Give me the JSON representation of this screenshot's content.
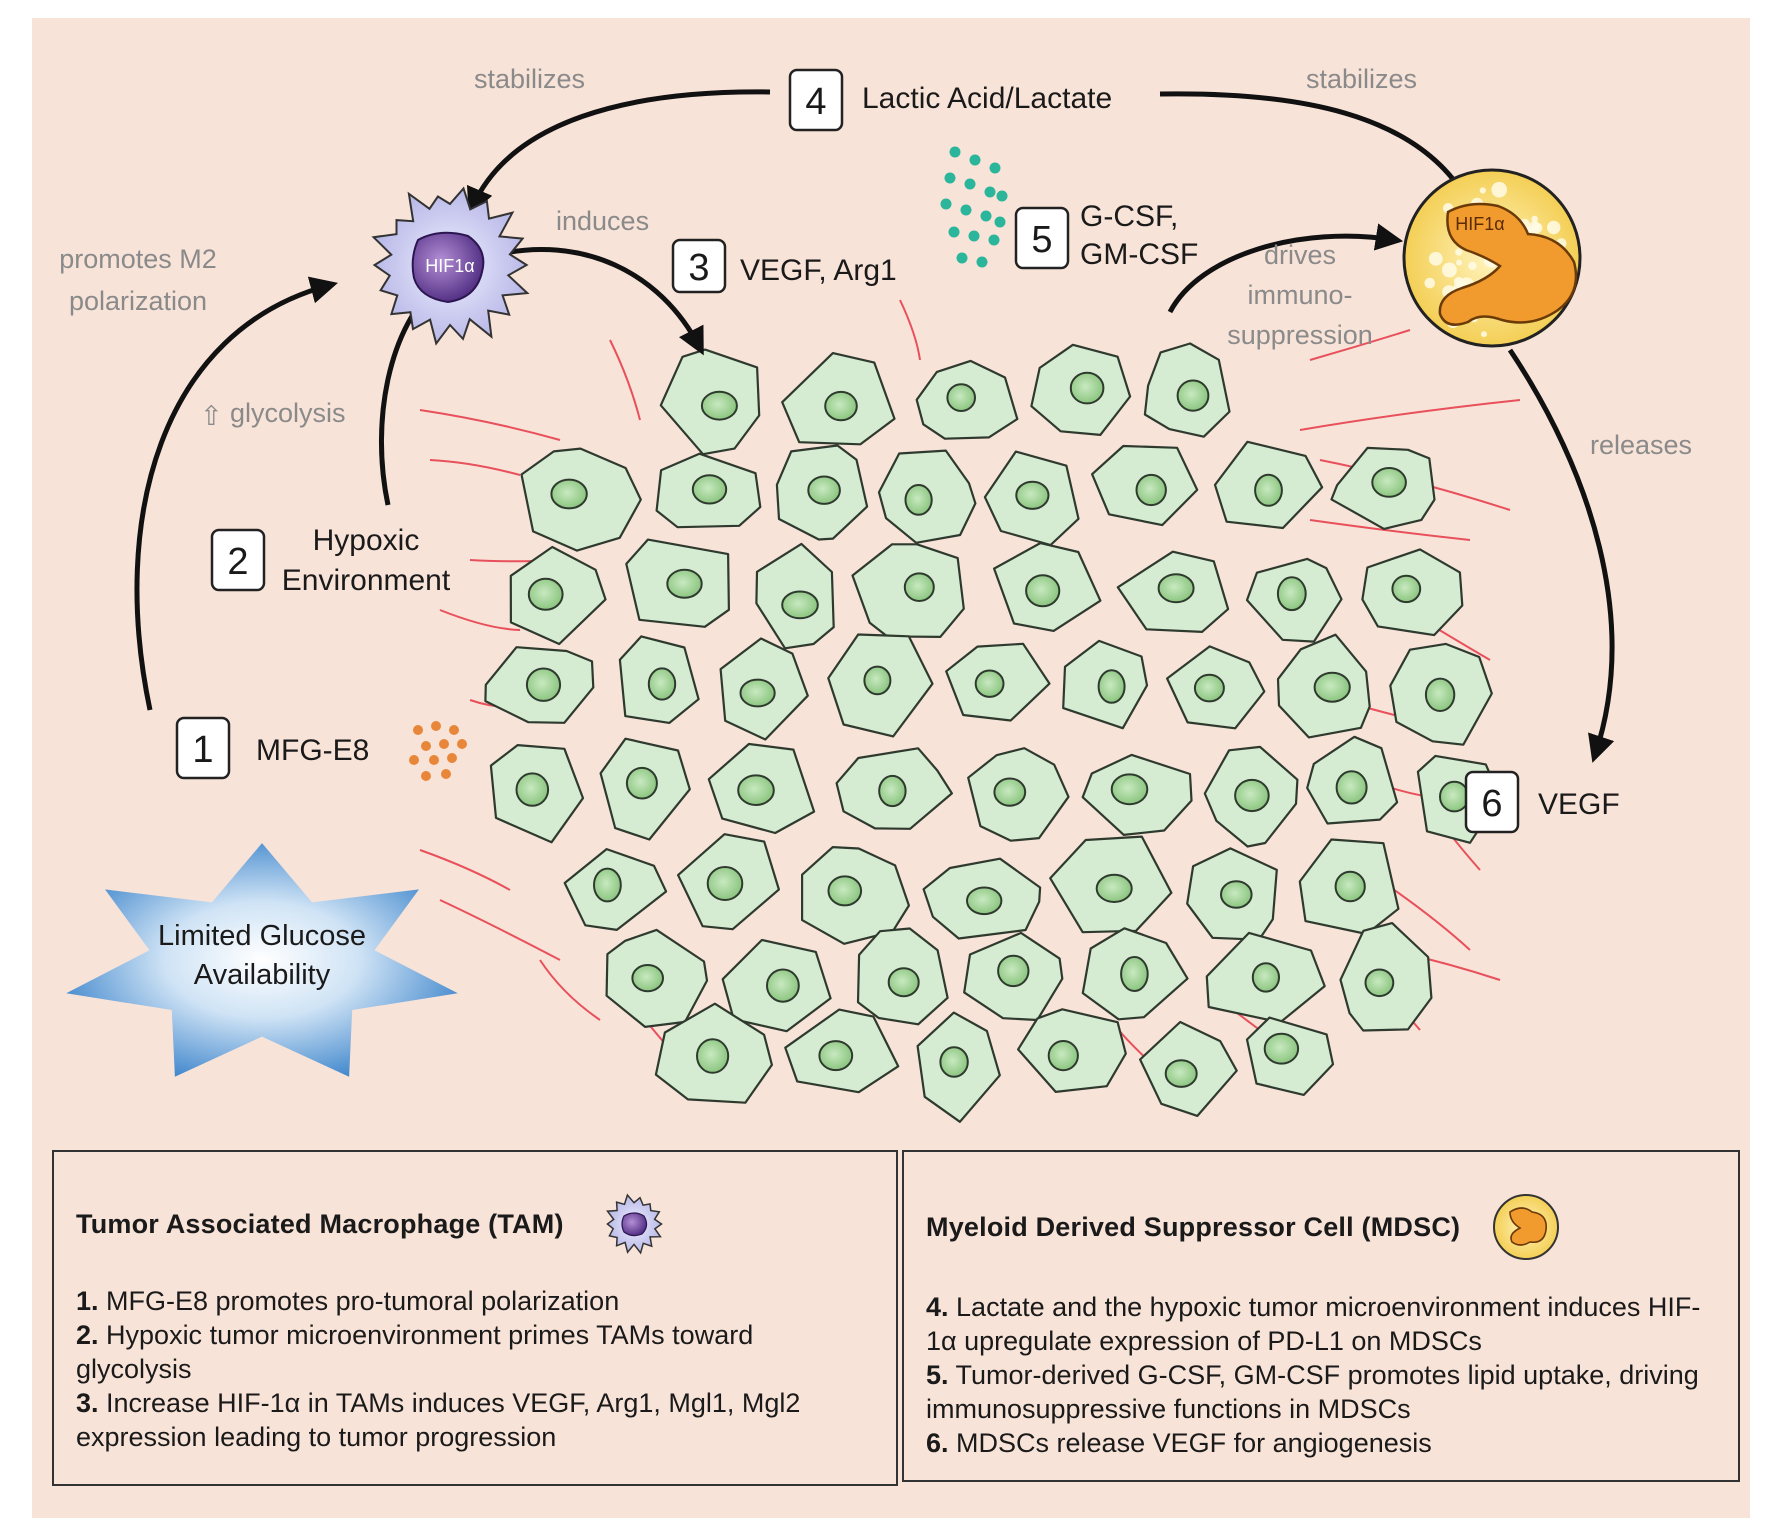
{
  "diagram": {
    "top_molecule": {
      "number": "4",
      "label": "Lactic Acid/Lactate"
    },
    "edge_labels": {
      "stabilizes_left": "stabilizes",
      "stabilizes_right": "stabilizes",
      "induces": "induces",
      "promotes_m2_line1": "promotes M2",
      "promotes_m2_line2": "polarization",
      "glycolysis_arrow": "⇧",
      "glycolysis": "glycolysis",
      "drives_line1": "drives",
      "drives_line2": "immuno-",
      "drives_line3": "suppression",
      "releases": "releases"
    },
    "steps": [
      {
        "number": "1",
        "label": "MFG-E8"
      },
      {
        "number": "2",
        "label_line1": "Hypoxic",
        "label_line2": "Environment"
      },
      {
        "number": "3",
        "label": "VEGF, Arg1"
      },
      {
        "number": "5",
        "label_line1": "G-CSF,",
        "label_line2": "GM-CSF"
      },
      {
        "number": "6",
        "label": "VEGF"
      }
    ],
    "cell_labels": {
      "tam": "HIF1α",
      "mdsc": "HIF1α"
    },
    "star": {
      "line1": "Limited Glucose",
      "line2": "Availability"
    },
    "colors": {
      "background": "#f8e3d8",
      "tumor_cell": "#d6ecd2",
      "nucleus": "#a6d49c",
      "vessel": "#e8505b",
      "tam_core": "#7b4fa3",
      "mdsc": "#f7d56a",
      "star": "#4a90d0",
      "mfg_dots": "#e8873a",
      "gcsf_dots": "#2bb59a"
    }
  },
  "panels": {
    "tam": {
      "title": "Tumor Associated Macrophage (TAM)",
      "items": [
        {
          "num": "1.",
          "text": " MFG-E8  promotes pro-tumoral polarization"
        },
        {
          "num": "2.",
          "text": " Hypoxic tumor microenvironment primes TAMs toward glycolysis"
        },
        {
          "num": "3.",
          "text": " Increase HIF-1α in TAMs induces VEGF, Arg1, Mgl1, Mgl2 expression leading to tumor progression"
        }
      ]
    },
    "mdsc": {
      "title": "Myeloid  Derived  Suppressor Cell (MDSC)",
      "items": [
        {
          "num": "4.",
          "text": " Lactate and the hypoxic tumor microenvironment induces HIF-1α upregulate expression of PD-L1 on MDSCs"
        },
        {
          "num": "5.",
          "text": " Tumor-derived G-CSF, GM-CSF promotes lipid uptake, driving immunosuppressive functions in MDSCs"
        },
        {
          "num": "6.",
          "text": " MDSCs release VEGF for angiogenesis"
        }
      ]
    }
  }
}
